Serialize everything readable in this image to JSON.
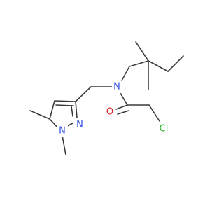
{
  "structure": {
    "atom_labels": {
      "n_amide": "N",
      "n_ring_a": "N",
      "n_ring_b": "N",
      "oxygen": "O",
      "chlorine": "Cl"
    },
    "colors": {
      "bond": "#3a3a3a",
      "nitrogen": "#3050e0",
      "oxygen": "#e02020",
      "chlorine": "#22b022",
      "background": "#ffffff"
    }
  }
}
